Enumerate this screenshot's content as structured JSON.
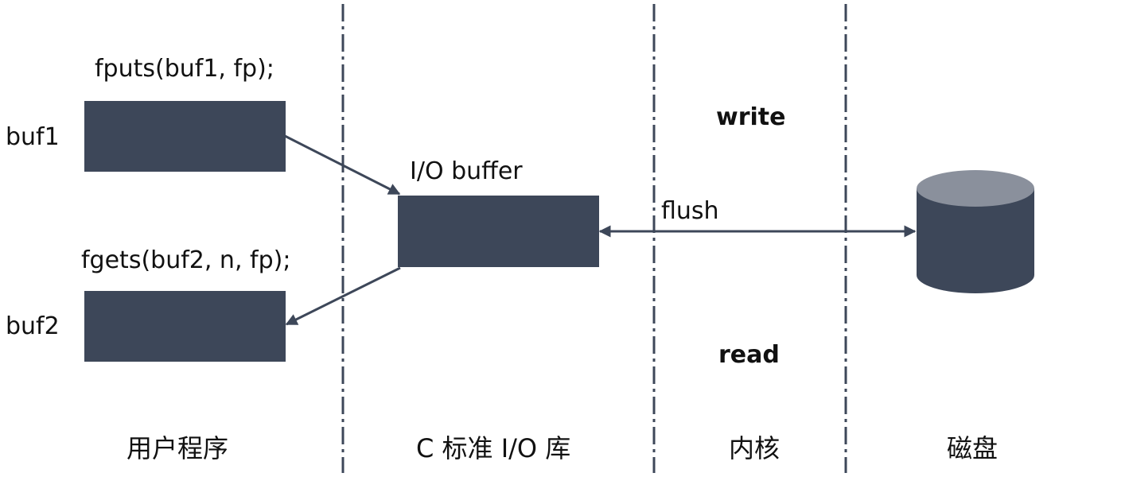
{
  "user_program": {
    "fputs_code": "fputs(buf1, fp);",
    "fgets_code": "fgets(buf2, n, fp);",
    "buf1_label": "buf1",
    "buf2_label": "buf2"
  },
  "stdio": {
    "buffer_label": "I/O buffer"
  },
  "kernel": {
    "write_label": "write",
    "read_label": "read",
    "flush_label": "flush"
  },
  "zones": {
    "user_program": "用户程序",
    "stdio_lib": "C 标准 I/O 库",
    "kernel": "内核",
    "disk": "磁盘"
  },
  "colors": {
    "box": "#3d4759",
    "disk_top": "#8a909c",
    "divider": "#3d4759",
    "arrow": "#3d4759"
  }
}
